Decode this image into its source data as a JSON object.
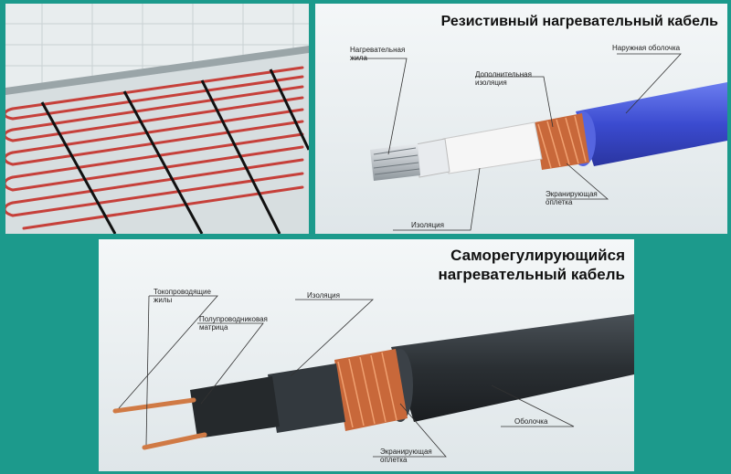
{
  "resistive": {
    "title": "Резистивный нагревательный кабель",
    "labels": {
      "core_line1": "Нагревательная",
      "core_line2": "жила",
      "extra_ins_line1": "Дополнительная",
      "extra_ins_line2": "изоляция",
      "outer_sheath": "Наружная оболочка",
      "shield_line1": "Экранирующая",
      "shield_line2": "оплетка",
      "insulation": "Изоляция"
    }
  },
  "selfreg": {
    "title_line1": "Саморегулирующийся",
    "title_line2": "нагревательный кабель",
    "labels": {
      "conductors_line1": "Токопроводящие",
      "conductors_line2": "жилы",
      "matrix_line1": "Полупроводниковая",
      "matrix_line2": "матрица",
      "insulation": "Изоляция",
      "sheath": "Оболочка",
      "shield_line1": "Экранирующая",
      "shield_line2": "оплетка"
    }
  },
  "colors": {
    "background": "#1c9a8c",
    "cable_blue": "#3b4bd0",
    "copper": "#c8683a",
    "dark_cable": "#2a2f33",
    "heating_wire": "#c6403a"
  }
}
